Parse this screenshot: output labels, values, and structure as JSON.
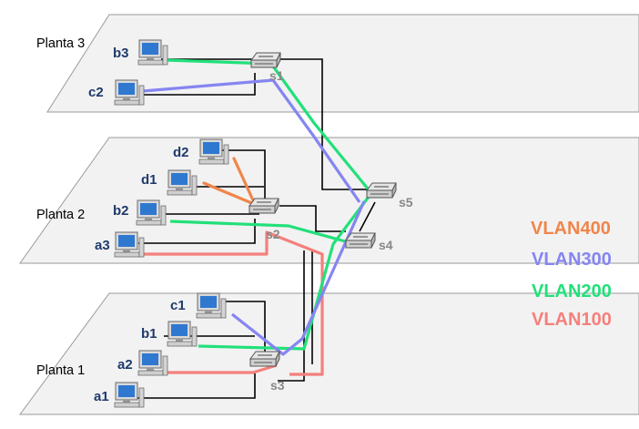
{
  "floors": [
    {
      "id": "f3",
      "label": "Planta 3"
    },
    {
      "id": "f2",
      "label": "Planta 2"
    },
    {
      "id": "f1",
      "label": "Planta 1"
    }
  ],
  "hosts": [
    {
      "id": "b3",
      "label": "b3"
    },
    {
      "id": "c2",
      "label": "c2"
    },
    {
      "id": "d2",
      "label": "d2"
    },
    {
      "id": "d1",
      "label": "d1"
    },
    {
      "id": "b2",
      "label": "b2"
    },
    {
      "id": "a3",
      "label": "a3"
    },
    {
      "id": "c1",
      "label": "c1"
    },
    {
      "id": "b1",
      "label": "b1"
    },
    {
      "id": "a2",
      "label": "a2"
    },
    {
      "id": "a1",
      "label": "a1"
    }
  ],
  "switches": [
    {
      "id": "s1",
      "label": "s1"
    },
    {
      "id": "s2",
      "label": "s2"
    },
    {
      "id": "s3",
      "label": "s3"
    },
    {
      "id": "s4",
      "label": "s4"
    },
    {
      "id": "s5",
      "label": "s5"
    }
  ],
  "legend": [
    {
      "id": "vlan400",
      "label": "VLAN400",
      "color": "#f0854a"
    },
    {
      "id": "vlan300",
      "label": "VLAN300",
      "color": "#8585f2"
    },
    {
      "id": "vlan200",
      "label": "VLAN200",
      "color": "#22e07a"
    },
    {
      "id": "vlan100",
      "label": "VLAN100",
      "color": "#f4807c"
    }
  ],
  "colors": {
    "host_label": "#1f3a6b",
    "switch_label": "#888888",
    "floor_fill": "#f2f2f2",
    "floor_stroke": "#9a9a9a",
    "cable": "#000000"
  }
}
